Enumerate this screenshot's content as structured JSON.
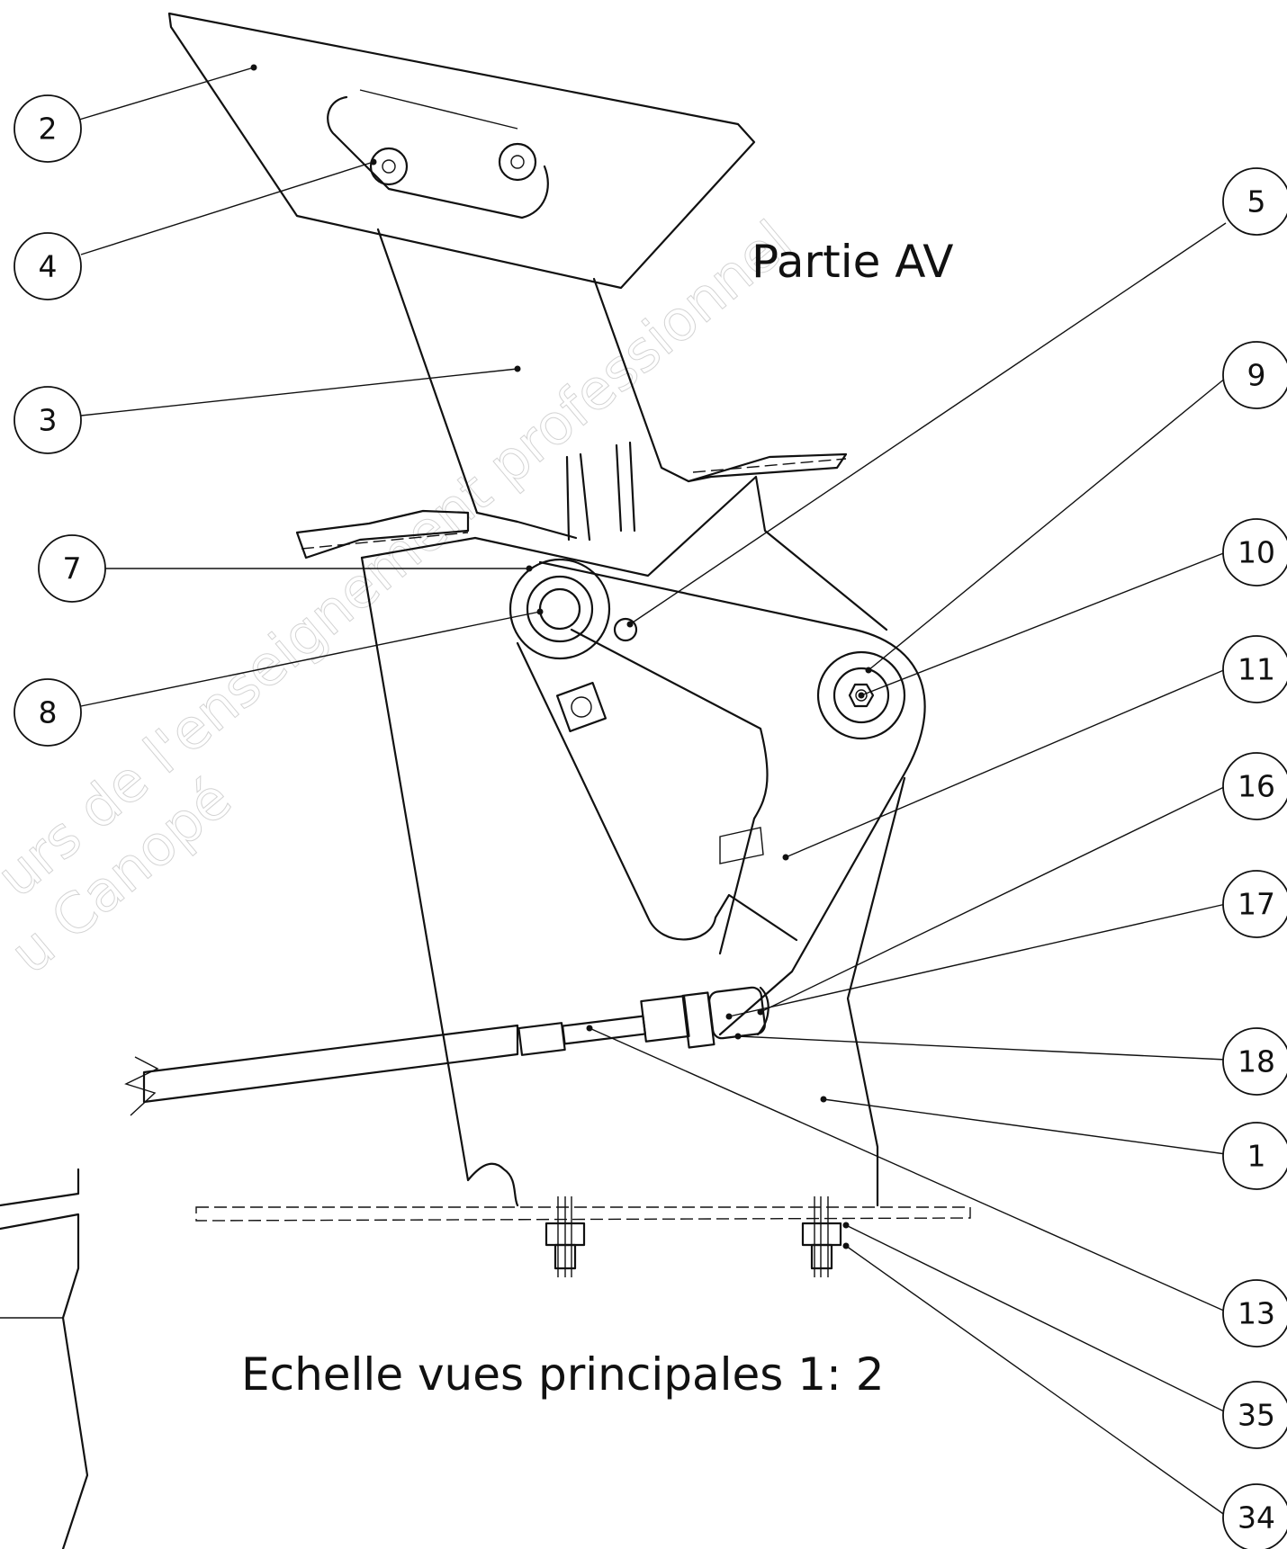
{
  "view_title": "Partie AV",
  "scale_note": "Echelle vues principales 1: 2",
  "watermark": {
    "line1": "urs de l'enseignement professionnel",
    "line2": "u Canopé"
  },
  "balloons": [
    {
      "id": "b2",
      "label": "2"
    },
    {
      "id": "b4",
      "label": "4"
    },
    {
      "id": "b3",
      "label": "3"
    },
    {
      "id": "b7",
      "label": "7"
    },
    {
      "id": "b8",
      "label": "8"
    },
    {
      "id": "b5",
      "label": "5"
    },
    {
      "id": "b9",
      "label": "9"
    },
    {
      "id": "b10",
      "label": "10"
    },
    {
      "id": "b11",
      "label": "11"
    },
    {
      "id": "b16",
      "label": "16"
    },
    {
      "id": "b17",
      "label": "17"
    },
    {
      "id": "b18",
      "label": "18"
    },
    {
      "id": "b1",
      "label": "1"
    },
    {
      "id": "b13",
      "label": "13"
    },
    {
      "id": "b35",
      "label": "35"
    },
    {
      "id": "b34",
      "label": "34"
    }
  ]
}
